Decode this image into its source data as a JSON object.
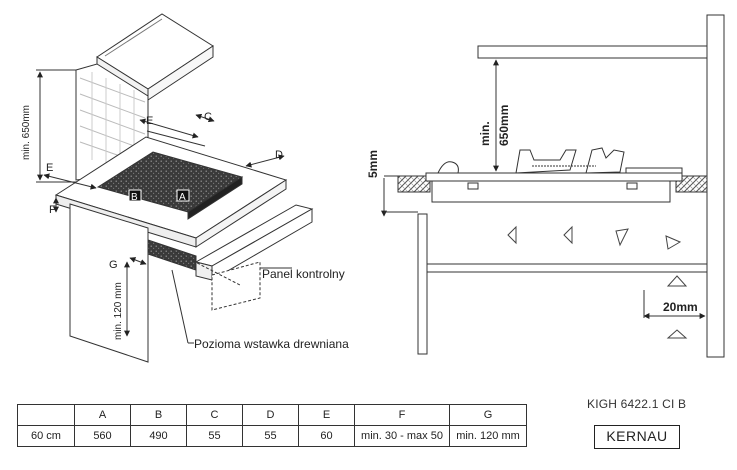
{
  "left_diagram": {
    "labels": {
      "min_650": "min. 650mm",
      "e_top": "E",
      "c": "C",
      "d": "D",
      "e_left": "E",
      "f": "F",
      "g": "G",
      "burner_b": "B",
      "burner_a": "A",
      "min_120": "min. 120 mm",
      "panel": "Panel kontrolny",
      "insert": "Pozioma wstawka drewniana"
    }
  },
  "right_diagram": {
    "labels": {
      "min_650_line1": "min.",
      "min_650_line2": "650mm",
      "gap_5": "5mm",
      "gap_20": "20mm"
    }
  },
  "table": {
    "header": [
      "",
      "A",
      "B",
      "C",
      "D",
      "E",
      "F",
      "G"
    ],
    "row": [
      "60 cm",
      "560",
      "490",
      "55",
      "55",
      "60",
      "min. 30 - max 50",
      "min. 120 mm"
    ]
  },
  "model": "KIGH 6422.1 CI B",
  "brand": "KERNAU"
}
